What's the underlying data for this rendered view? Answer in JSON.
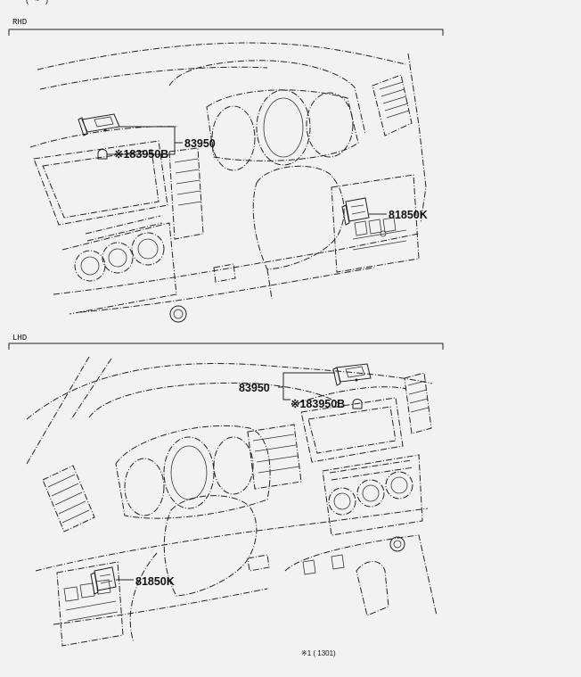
{
  "header_fragment": "(      ~      )",
  "sections": [
    {
      "label": "RHD",
      "parts": {
        "switch": "83950",
        "bulb": "※183950B",
        "unit": "81850K"
      }
    },
    {
      "label": "LHD",
      "parts": {
        "switch": "83950",
        "bulb": "※183950B",
        "unit": "81850K"
      }
    }
  ],
  "footnote": "※1 (      1301)"
}
